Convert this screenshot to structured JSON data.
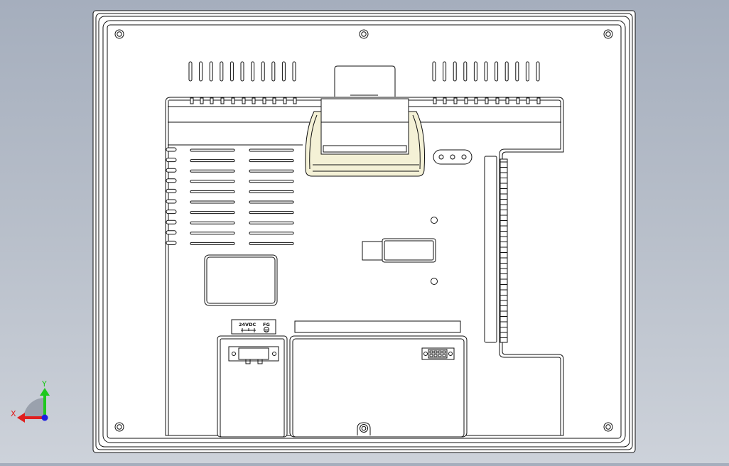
{
  "drawing": {
    "power_label": "24VDC",
    "fg_label": "FG"
  },
  "triad": {
    "x_label": "X",
    "y_label": "Y",
    "x_color": "#e01e1e",
    "y_color": "#1ec81e",
    "z_color": "#1e1ee0"
  },
  "colors": {
    "paper": "#ffffff",
    "line": "#111111",
    "tab_fill": "#f4f1d6"
  }
}
